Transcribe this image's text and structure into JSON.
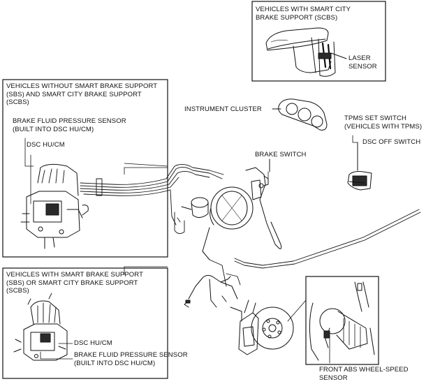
{
  "insets": {
    "scbs_top": {
      "title": "VEHICLES WITH SMART CITY\nBRAKE SUPPORT (SCBS)"
    },
    "without_sbs": {
      "title": "VEHICLES WITHOUT SMART BRAKE SUPPORT\n(SBS) AND SMART CITY BRAKE SUPPORT\n(SCBS)"
    },
    "with_sbs": {
      "title": "VEHICLES WITH SMART BRAKE SUPPORT\n(SBS) OR SMART CITY BRAKE SUPPORT\n(SCBS)"
    }
  },
  "labels": {
    "laser_sensor": "LASER\nSENSOR",
    "instrument_cluster": "INSTRUMENT CLUSTER",
    "tpms_set_switch": "TPMS SET SWITCH\n(VEHICLES WITH TPMS)",
    "dsc_off_switch": "DSC OFF SWITCH",
    "brake_switch": "BRAKE SWITCH",
    "brake_fluid_pressure_sensor_1": "BRAKE FLUID PRESSURE SENSOR\n(BUILT INTO DSC HU/CM)",
    "dsc_hu_cm_1": "DSC HU/CM",
    "dsc_hu_cm_2": "DSC HU/CM",
    "brake_fluid_pressure_sensor_2": "BRAKE FLUID PRESSURE SENSOR\n(BUILT INTO DSC HU/CM)",
    "front_abs_wheel_speed_sensor": "FRONT ABS WHEEL-SPEED\nSENSOR"
  },
  "colors": {
    "line": "#111111",
    "background": "#ffffff",
    "fill_dark": "#2a2a2a",
    "fill_mid": "#8a8a8a"
  }
}
